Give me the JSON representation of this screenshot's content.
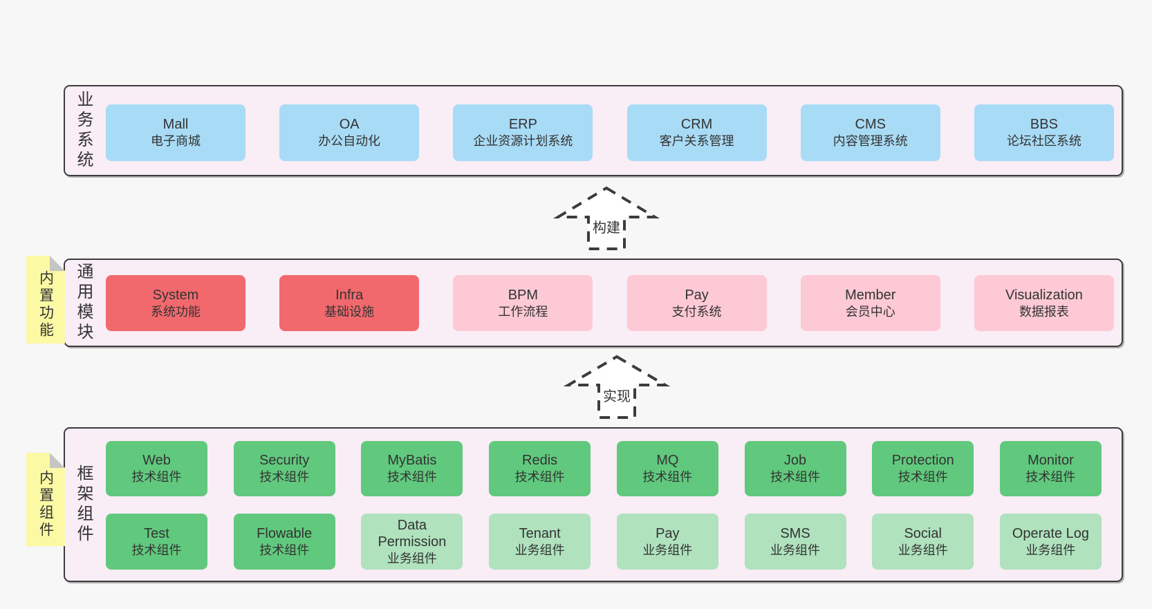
{
  "palette": {
    "page_bg": "#f7f7f7",
    "panel_bg": "#f9edf6",
    "panel_border": "#3c3c3c",
    "blue": "#a8dbf5",
    "red": "#f2696d",
    "pink": "#fcc9d4",
    "green": "#60c97d",
    "lightgreen": "#afe2bd",
    "note_yellow": "#fbf9a3",
    "fold_gray": "#c5c5c5",
    "arrow": "#3c3c3c",
    "text": "#333333"
  },
  "sections": [
    {
      "id": "business",
      "container_label": "业务系统",
      "rows": [
        [
          {
            "name": "Mall",
            "sub": "电子商城",
            "variant": "blue"
          },
          {
            "name": "OA",
            "sub": "办公自动化",
            "variant": "blue"
          },
          {
            "name": "ERP",
            "sub": "企业资源计划系统",
            "variant": "blue"
          },
          {
            "name": "CRM",
            "sub": "客户关系管理",
            "variant": "blue"
          },
          {
            "name": "CMS",
            "sub": "内容管理系统",
            "variant": "blue"
          },
          {
            "name": "BBS",
            "sub": "论坛社区系统",
            "variant": "blue"
          }
        ]
      ]
    },
    {
      "id": "modules",
      "note_label": "内置功能",
      "container_label": "通用模块",
      "rows": [
        [
          {
            "name": "System",
            "sub": "系统功能",
            "variant": "red"
          },
          {
            "name": "Infra",
            "sub": "基础设施",
            "variant": "red"
          },
          {
            "name": "BPM",
            "sub": "工作流程",
            "variant": "pink"
          },
          {
            "name": "Pay",
            "sub": "支付系统",
            "variant": "pink"
          },
          {
            "name": "Member",
            "sub": "会员中心",
            "variant": "pink"
          },
          {
            "name": "Visualization",
            "sub": "数据报表",
            "variant": "pink"
          }
        ]
      ]
    },
    {
      "id": "components",
      "note_label": "内置组件",
      "container_label": "框架组件",
      "rows": [
        [
          {
            "name": "Web",
            "sub": "技术组件",
            "variant": "green"
          },
          {
            "name": "Security",
            "sub": "技术组件",
            "variant": "green"
          },
          {
            "name": "MyBatis",
            "sub": "技术组件",
            "variant": "green"
          },
          {
            "name": "Redis",
            "sub": "技术组件",
            "variant": "green"
          },
          {
            "name": "MQ",
            "sub": "技术组件",
            "variant": "green"
          },
          {
            "name": "Job",
            "sub": "技术组件",
            "variant": "green"
          },
          {
            "name": "Protection",
            "sub": "技术组件",
            "variant": "green"
          },
          {
            "name": "Monitor",
            "sub": "技术组件",
            "variant": "green"
          }
        ],
        [
          {
            "name": "Test",
            "sub": "技术组件",
            "variant": "green"
          },
          {
            "name": "Flowable",
            "sub": "技术组件",
            "variant": "green"
          },
          {
            "name": "Data Permission",
            "sub": "业务组件",
            "variant": "lightgreen"
          },
          {
            "name": "Tenant",
            "sub": "业务组件",
            "variant": "lightgreen"
          },
          {
            "name": "Pay",
            "sub": "业务组件",
            "variant": "lightgreen"
          },
          {
            "name": "SMS",
            "sub": "业务组件",
            "variant": "lightgreen"
          },
          {
            "name": "Social",
            "sub": "业务组件",
            "variant": "lightgreen"
          },
          {
            "name": "Operate Log",
            "sub": "业务组件",
            "variant": "lightgreen"
          }
        ]
      ]
    }
  ],
  "arrows": [
    {
      "label": "构建"
    },
    {
      "label": "实现"
    }
  ]
}
